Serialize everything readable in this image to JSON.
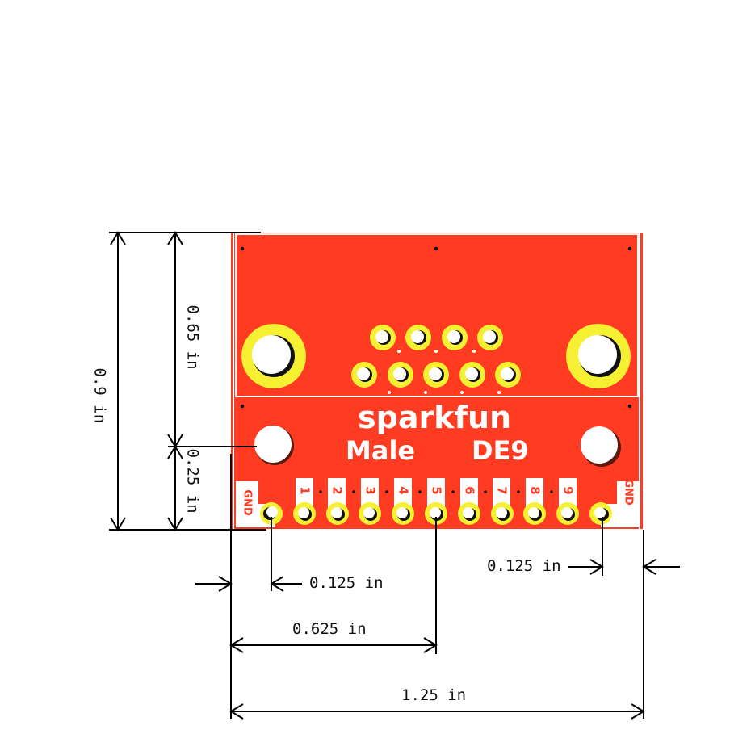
{
  "board": {
    "brand_text": "sparkfun",
    "title_line_left": "Male",
    "title_line_right": "DE9",
    "colors": {
      "pcb": "#ff3b22",
      "pad": "#f5f032",
      "silkscreen": "#ffffff",
      "hole": "#ffffff",
      "dimension_line": "#000000"
    },
    "pin_labels": [
      "1",
      "2",
      "3",
      "4",
      "5",
      "6",
      "7",
      "8",
      "9"
    ],
    "gnd_left": "GND",
    "gnd_right": "GND"
  },
  "dimensions": {
    "height_total": "0.9 in",
    "height_upper": "0.65 in",
    "height_lower": "0.25 in",
    "left_edge_to_pin": "0.125 in",
    "right_edge_to_pin": "0.125 in",
    "edge_to_center_pin": "0.625 in",
    "width_total": "1.25 in"
  }
}
